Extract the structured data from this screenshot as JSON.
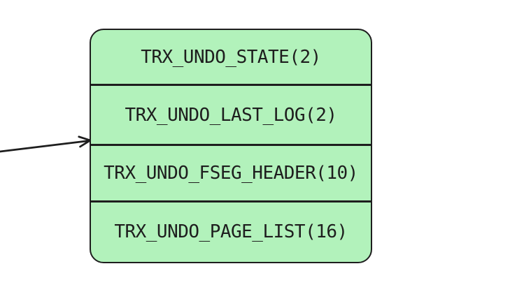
{
  "diagram": {
    "box": {
      "fill_color": "#b2f2bb",
      "stroke_color": "#1e1e1e",
      "rows": [
        {
          "label": "TRX_UNDO_STATE(2)"
        },
        {
          "label": "TRX_UNDO_LAST_LOG(2)"
        },
        {
          "label": "TRX_UNDO_FSEG_HEADER(10)"
        },
        {
          "label": "TRX_UNDO_PAGE_LIST(16)"
        }
      ]
    },
    "arrow": {
      "color": "#1e1e1e",
      "direction": "left-to-right"
    }
  }
}
